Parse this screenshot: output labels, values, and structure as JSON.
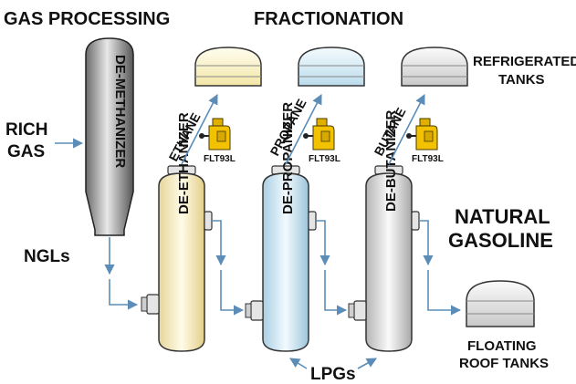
{
  "headers": {
    "gas_processing": "GAS PROCESSING",
    "fractionation": "FRACTIONATION"
  },
  "inputs": {
    "rich_gas_line1": "RICH",
    "rich_gas_line2": "GAS",
    "ngls": "NGLs"
  },
  "columns": {
    "demethanizer": "DE-METHANIZER",
    "deethanizer": "DE-ETHANIZER",
    "depropanizer": "DE-PROPANIZER",
    "debutanizer": "DE-BUTANIZER"
  },
  "products": {
    "ethane": "ETHANE",
    "propane": "PROPANE",
    "butane": "BUTANE"
  },
  "sensor_label": "FLT93L",
  "outputs": {
    "refrigerated_line1": "REFRIGERATED",
    "refrigerated_line2": "TANKS",
    "natural_gasoline_line1": "NATURAL",
    "natural_gasoline_line2": "GASOLINE",
    "floating_line1": "FLOATING",
    "floating_line2": "ROOF TANKS",
    "lpgs": "LPGs"
  },
  "colors": {
    "flow_arrow": "#5b8db8",
    "ethane_tint": "#fbf3c4",
    "propane_tint": "#d4ebf6",
    "butane_tint": "#e6e6e6",
    "sensor_yellow": "#f2c200"
  }
}
